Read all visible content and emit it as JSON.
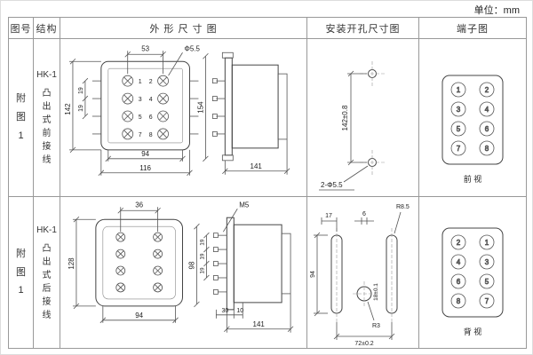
{
  "unit_label": "单位：mm",
  "headers": {
    "fig_no": "图号",
    "structure": "结构",
    "outline": "外 形 尺 寸 图",
    "install": "安装开孔尺寸图",
    "terminal": "端子图"
  },
  "rows": [
    {
      "fig_no": [
        "附",
        "图",
        "1"
      ],
      "model": "HK-1",
      "structure_chars": [
        "凸",
        "出",
        "式",
        "前",
        "接",
        "线"
      ],
      "outline": {
        "dim_col_spacing": "53",
        "hole_dia": "Φ5.5",
        "dim_height": "142",
        "dim_gap1": "19",
        "dim_gap2": "19",
        "dim_inner_width": "94",
        "dim_outer_width": "116",
        "side_height": "154",
        "side_depth": "141",
        "terminal_numbers": [
          "1",
          "2",
          "3",
          "4",
          "5",
          "6",
          "7",
          "8"
        ]
      },
      "install": {
        "dim_vertical": "142±0.8",
        "hole_label": "2-Φ5.5"
      },
      "terminal": {
        "left": [
          "1",
          "3",
          "5",
          "7"
        ],
        "right": [
          "2",
          "4",
          "6",
          "8"
        ],
        "caption": "前  视"
      }
    },
    {
      "fig_no": [
        "附",
        "图",
        "1"
      ],
      "model": "HK-1",
      "structure_chars": [
        "凸",
        "出",
        "式",
        "后",
        "接",
        "线"
      ],
      "outline": {
        "dim_top": "36",
        "screw_label": "M5",
        "dim_height": "128",
        "dim_width": "94",
        "side_height": "98",
        "gap1": "19",
        "gap2": "19",
        "gap3": "19",
        "dim_30": "30",
        "dim_10": "10",
        "side_depth": "141"
      },
      "install": {
        "dim_17": "17",
        "dim_6": "6",
        "radius_label": "R8.5",
        "dim_94": "94",
        "center_dim": "18±0.1",
        "radius_small": "R3",
        "dim_span": "72±0.2"
      },
      "terminal": {
        "left": [
          "2",
          "4",
          "6",
          "8"
        ],
        "right": [
          "1",
          "3",
          "5",
          "7"
        ],
        "caption": "背  视"
      }
    }
  ]
}
